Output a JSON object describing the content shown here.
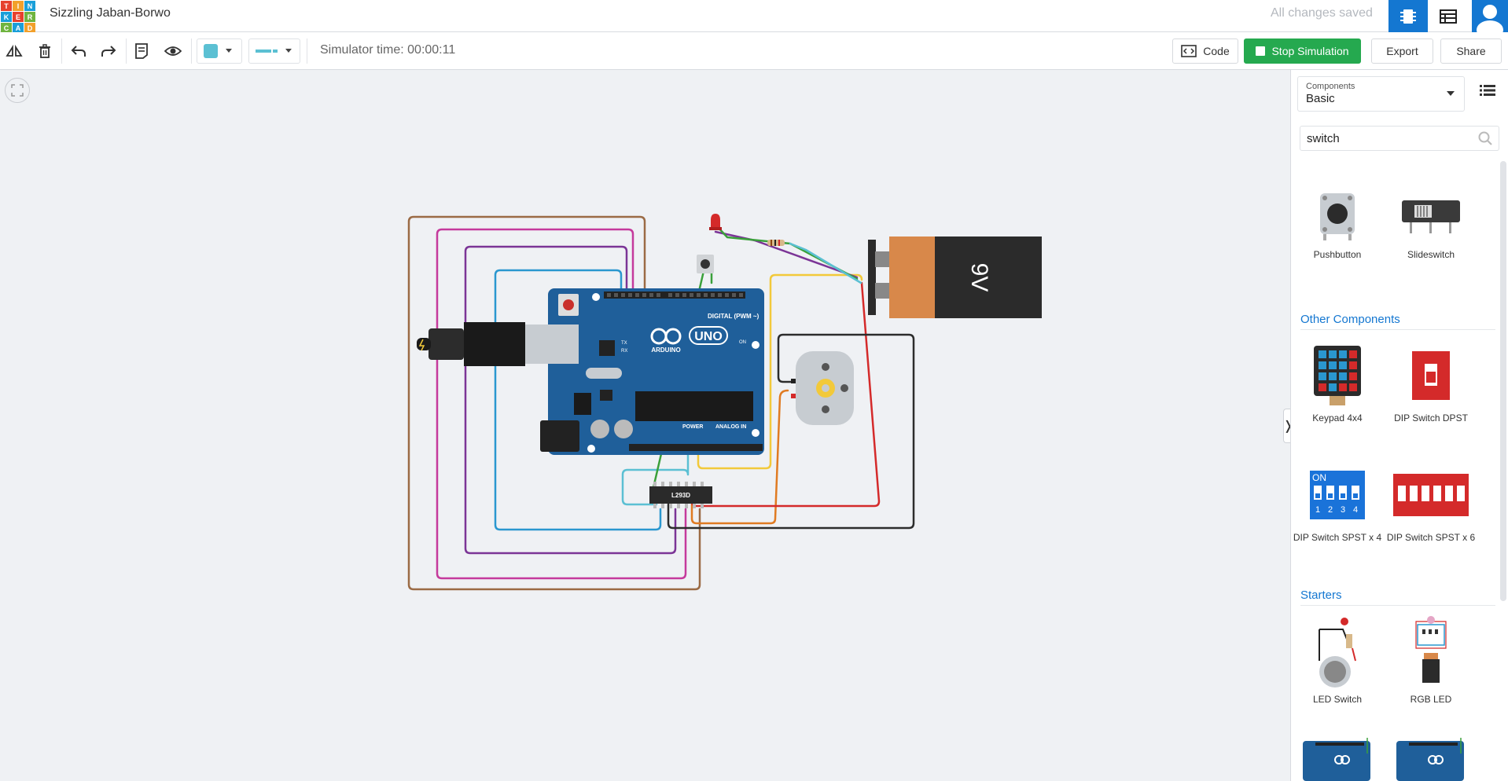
{
  "app": {
    "logo_letters": [
      "T",
      "I",
      "N",
      "K",
      "E",
      "R",
      "C",
      "A",
      "D"
    ],
    "title": "Sizzling Jaban-Borwo",
    "save_status": "All changes saved"
  },
  "toolbar": {
    "simulator_time": "Simulator time: 00:00:11",
    "code_label": "Code",
    "stop_label": "Stop Simulation",
    "export_label": "Export",
    "share_label": "Share",
    "fill_color": "#5bc0d3",
    "line_color": "#5bc0d3"
  },
  "panel": {
    "components_label": "Components",
    "components_value": "Basic",
    "search_value": "switch",
    "search_results": [
      {
        "label": "Pushbutton"
      },
      {
        "label": "Slideswitch"
      }
    ],
    "other_title": "Other Components",
    "other": [
      {
        "label": "Keypad 4x4"
      },
      {
        "label": "DIP Switch DPST"
      },
      {
        "label": "DIP Switch SPST x 4"
      },
      {
        "label": "DIP Switch SPST x 6"
      }
    ],
    "starters_title": "Starters",
    "starters": [
      {
        "label": "LED Switch"
      },
      {
        "label": "RGB LED"
      }
    ],
    "dip_on_label": "ON",
    "dip_numbers": [
      "1",
      "2",
      "3",
      "4"
    ]
  },
  "circuit": {
    "board_labels": {
      "uno": "UNO",
      "arduino": "ARDUINO",
      "digital": "DIGITAL (PWM ~)",
      "power": "POWER",
      "analog": "ANALOG IN",
      "on": "ON",
      "tx": "TX",
      "rx": "RX"
    },
    "driver_label": "L293D",
    "battery_label": "9V",
    "colors": {
      "board": "#1f5f9a",
      "battery_orange": "#d8884a",
      "battery_black": "#2b2b2b",
      "wire_brown": "#9b6b45",
      "wire_magenta": "#c53a9c",
      "wire_purple": "#7b3496",
      "wire_blue": "#2a97cf",
      "wire_green": "#3aa03a",
      "wire_yellow": "#f2c93a",
      "wire_orange": "#e07b22",
      "wire_red": "#d42a2a",
      "wire_black": "#2c2c2c",
      "wire_cyan": "#5bc0d3"
    }
  }
}
